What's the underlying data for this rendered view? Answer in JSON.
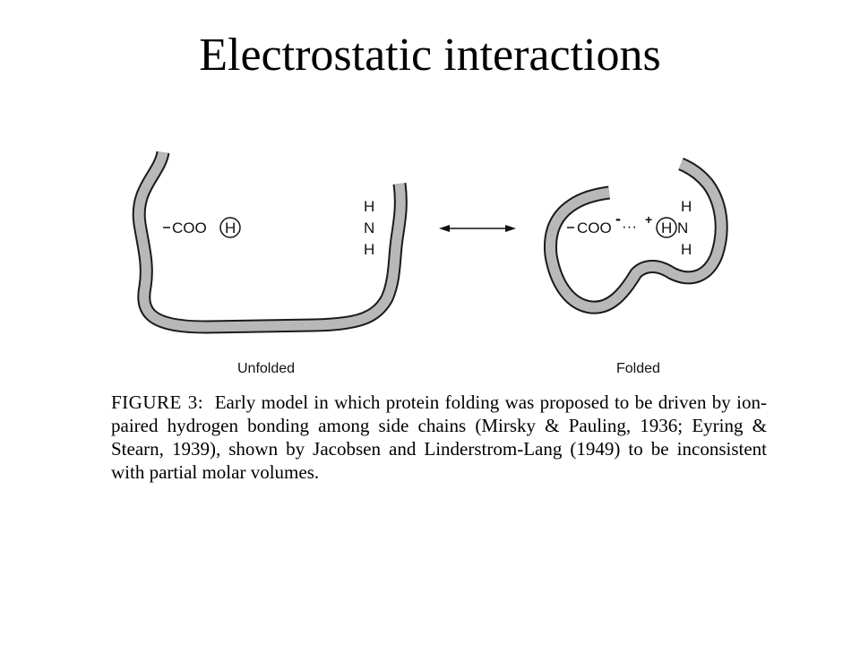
{
  "slide": {
    "title": "Electrostatic interactions"
  },
  "figure": {
    "unfolded": {
      "label": "Unfolded",
      "left_group": "COO",
      "left_circled": "H",
      "right_h_top": "H",
      "right_n": "N",
      "right_h_bottom": "H"
    },
    "folded": {
      "label": "Folded",
      "left_group": "COO",
      "minus": "-",
      "dots": "···",
      "plus": "+",
      "circled": "H",
      "n": "N",
      "h_top": "H",
      "h_bottom": "H"
    },
    "colors": {
      "chain_fill": "#b8b8b8",
      "chain_outline": "#1a1a1a"
    }
  },
  "caption": {
    "figure_number": "FIGURE 3:",
    "text": "Early model in which protein folding was proposed to be driven by ion-paired hydrogen bonding among side chains (Mirsky & Pauling, 1936; Eyring & Stearn, 1939), shown by Jacobsen and Linderstrom-Lang (1949) to be inconsistent with partial molar volumes."
  }
}
